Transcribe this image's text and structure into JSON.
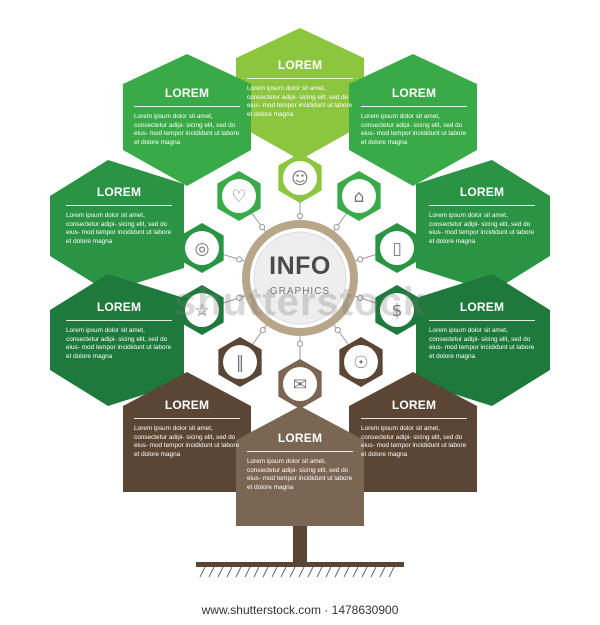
{
  "center": {
    "title": "INFO",
    "subtitle": "GRAPHICS"
  },
  "lorem_body": "Lorem ipsum dolor sit amet, consectetur adipi- sicing elit, sed do eius- mod tempor incididunt ut labore et dolore magna",
  "cards": [
    {
      "title": "LOREM",
      "color": "#8cc63f"
    },
    {
      "title": "LOREM",
      "color": "#3aaa48"
    },
    {
      "title": "LOREM",
      "color": "#3aaa48"
    },
    {
      "title": "LOREM",
      "color": "#2a9444"
    },
    {
      "title": "LOREM",
      "color": "#2a9444"
    },
    {
      "title": "LOREM",
      "color": "#1e7a3c"
    },
    {
      "title": "LOREM",
      "color": "#1e7a3c"
    },
    {
      "title": "LOREM",
      "color": "#5b4636"
    },
    {
      "title": "LOREM",
      "color": "#5b4636"
    },
    {
      "title": "LOREM",
      "color": "#7b6654"
    }
  ],
  "icons": [
    "person-icon",
    "graduation-cap-icon",
    "heart-icon",
    "smartphone-icon",
    "wireless-icon",
    "dollar-icon",
    "star-icon",
    "lightbulb-icon",
    "bar-chart-icon",
    "envelope-icon"
  ],
  "colors": {
    "trunk": "#5b4636",
    "ring": "#b7a68a",
    "connector": "#999999"
  },
  "watermark": "shutterstock",
  "footer": "www.shutterstock.com · 1478630900"
}
